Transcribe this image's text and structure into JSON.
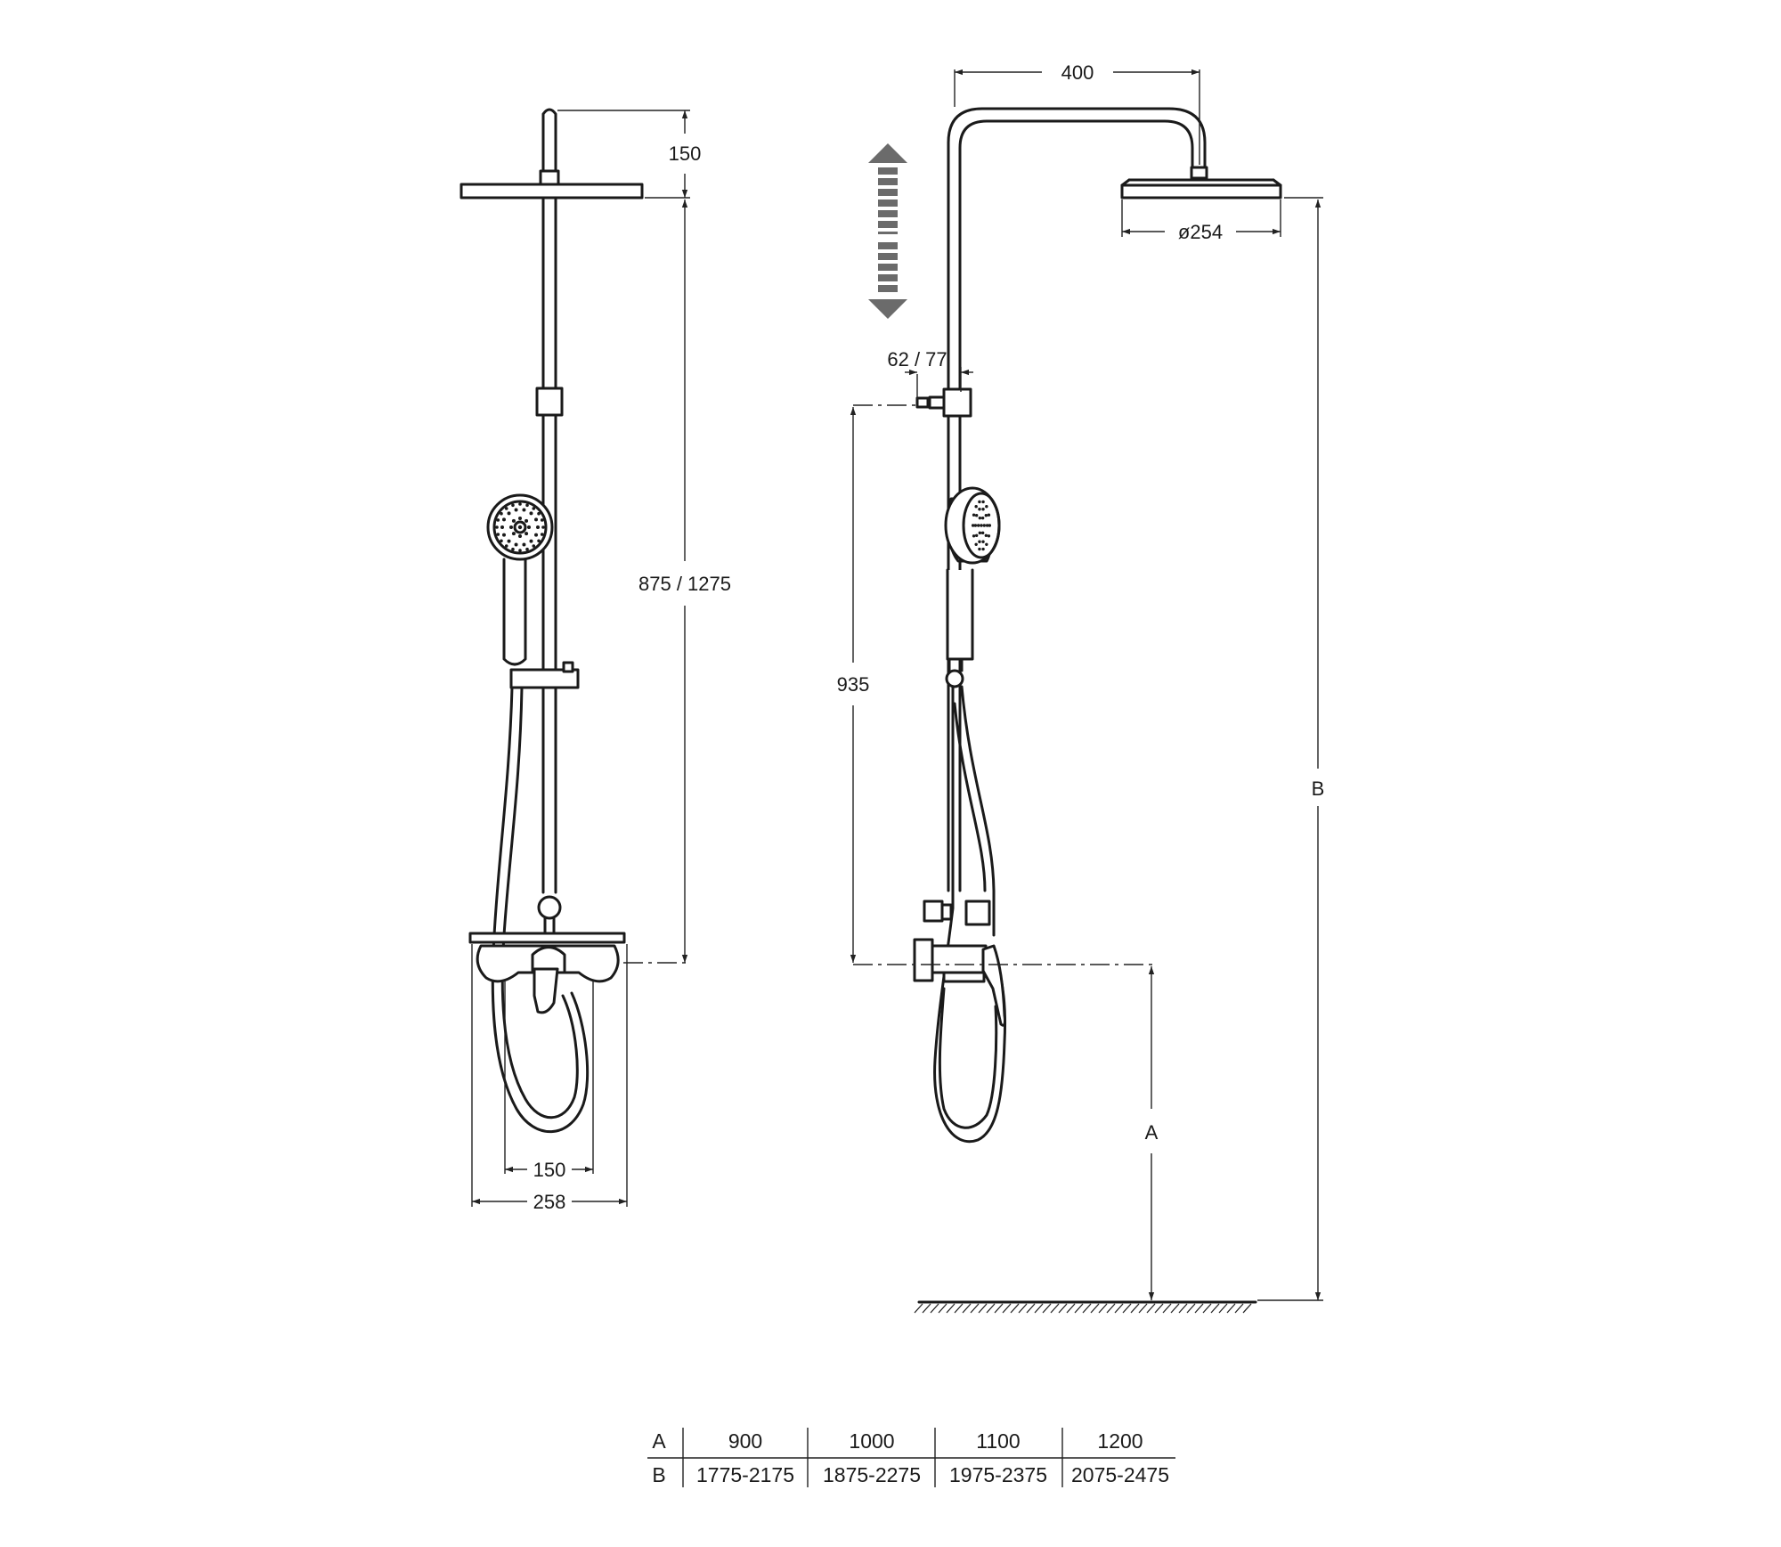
{
  "dimensions": {
    "front_top_height": "150",
    "front_pipe_height": "875 / 1275",
    "front_inner_width": "150",
    "front_outer_width": "258",
    "side_arm_reach": "400",
    "side_head_diameter": "ø254",
    "side_wall_offset": "62 / 77",
    "side_holder_height": "935",
    "side_height_a": "A",
    "side_height_b": "B"
  },
  "table": {
    "row_labels": [
      "A",
      "B"
    ],
    "a_values": [
      "900",
      "1000",
      "1100",
      "1200"
    ],
    "b_values": [
      "1775-2175",
      "1875-2275",
      "1975-2375",
      "2075-2475"
    ]
  },
  "colors": {
    "line": "#1a1a1a",
    "adjust_arrow": "#6b6b6b"
  }
}
